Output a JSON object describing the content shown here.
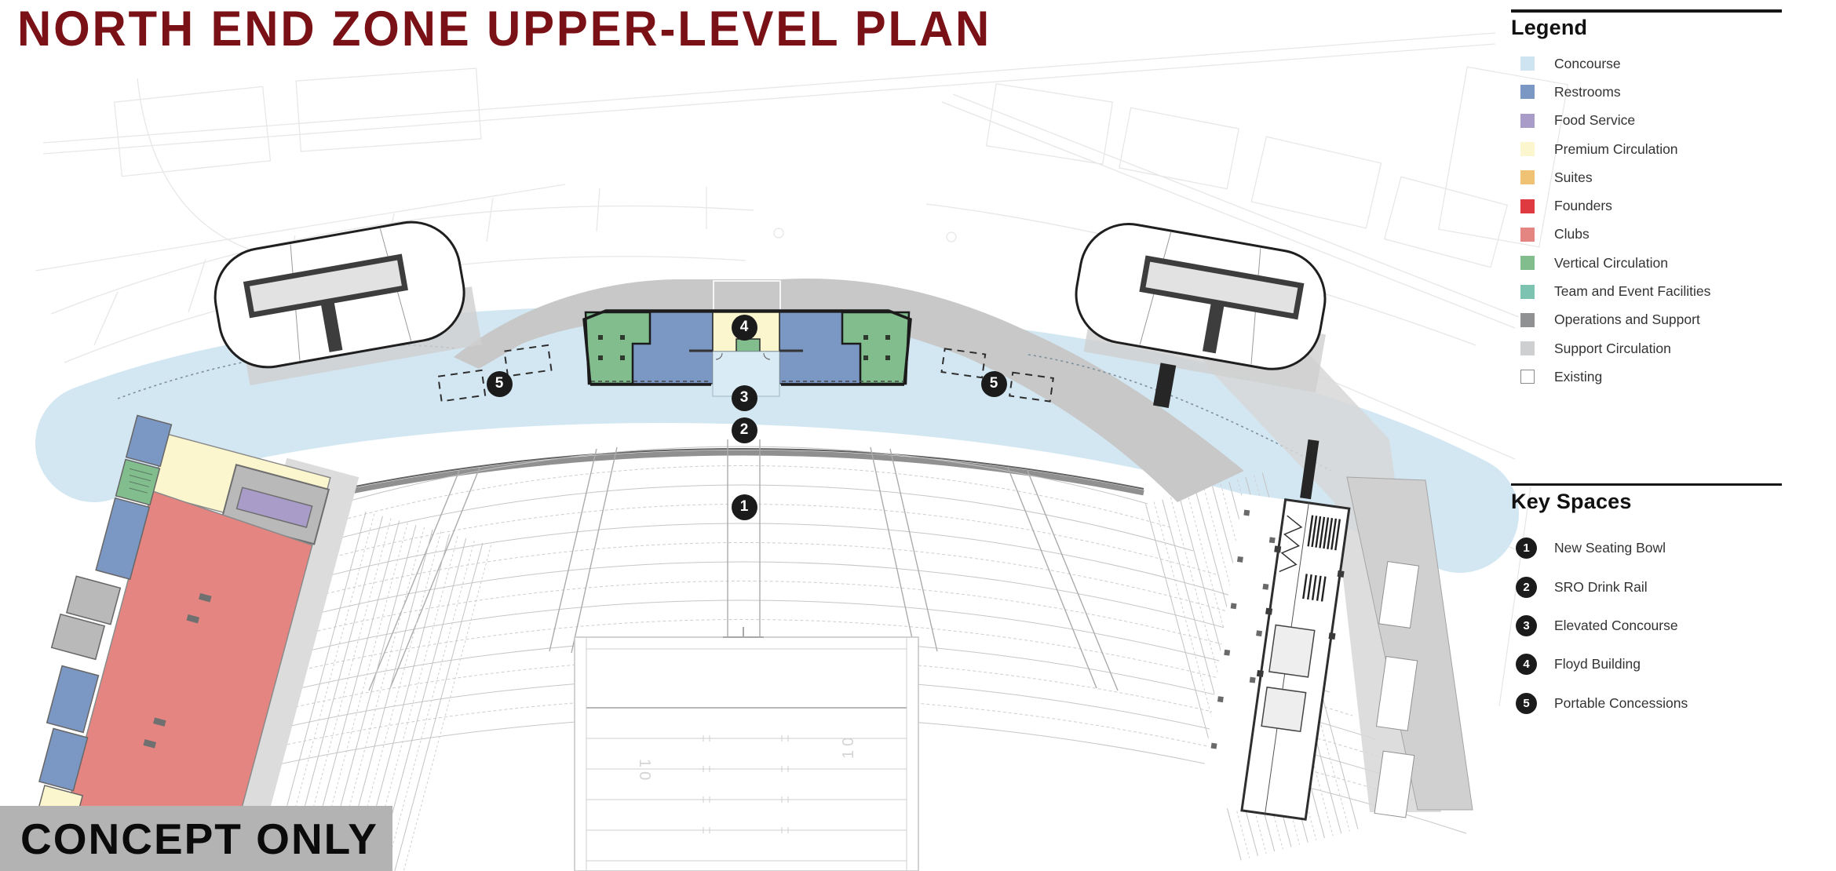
{
  "title": "NORTH END ZONE UPPER-LEVEL PLAN",
  "watermark": "CONCEPT ONLY",
  "colors": {
    "title": "#7a1116",
    "banner_bg": "#b3b3b3",
    "new_construction_outline": "#1b1b1b"
  },
  "legend": {
    "heading": "Legend",
    "items": [
      {
        "label": "Concourse",
        "color": "#cfe4f1",
        "border": "#cfe4f1"
      },
      {
        "label": "Restrooms",
        "color": "#7b97c4",
        "border": "#7b97c4"
      },
      {
        "label": "Food Service",
        "color": "#a99cc9",
        "border": "#a99cc9"
      },
      {
        "label": "Premium Circulation",
        "color": "#fbf6cd",
        "border": "#fbf6cd"
      },
      {
        "label": "Suites",
        "color": "#efc373",
        "border": "#efc373"
      },
      {
        "label": "Founders",
        "color": "#e03a41",
        "border": "#e03a41"
      },
      {
        "label": "Clubs",
        "color": "#e58581",
        "border": "#e58581"
      },
      {
        "label": "Vertical Circulation",
        "color": "#81bd8d",
        "border": "#81bd8d"
      },
      {
        "label": "Team and Event Facilities",
        "color": "#7cc4b1",
        "border": "#7cc4b1"
      },
      {
        "label": "Operations and Support",
        "color": "#8f9192",
        "border": "#8f9192"
      },
      {
        "label": "Support Circulation",
        "color": "#cdcfd0",
        "border": "#cdcfd0"
      },
      {
        "label": "Existing",
        "color": "#ffffff",
        "border": "#8a8a8a"
      }
    ]
  },
  "key_spaces": {
    "heading": "Key Spaces",
    "items": [
      {
        "num": "1",
        "label": "New Seating Bowl"
      },
      {
        "num": "2",
        "label": "SRO Drink Rail"
      },
      {
        "num": "3",
        "label": "Elevated Concourse"
      },
      {
        "num": "4",
        "label": "Floyd Building"
      },
      {
        "num": "5",
        "label": "Portable Concessions"
      }
    ]
  },
  "plan": {
    "yard_number": "10"
  }
}
